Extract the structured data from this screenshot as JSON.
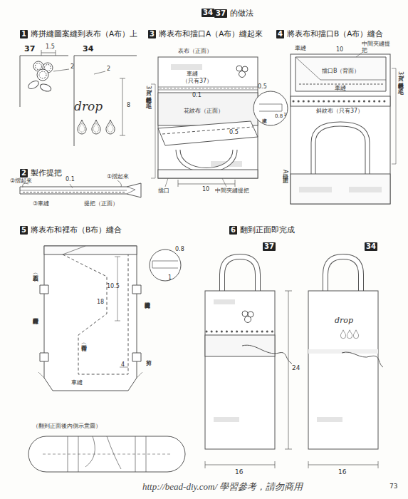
{
  "diagram": {
    "nodes": [
      {
        "text": [
          "34"
        ]
      },
      {
        "text": [
          "37",
          "的做法"
        ]
      },
      {
        "text": [
          "1",
          "將拼縫圖案縫到表布（A布）上"
        ]
      },
      {
        "text": [
          "2",
          "製作提把"
        ]
      },
      {
        "text": [
          "3",
          "將表布和擋口A（A布）縫起來"
        ]
      },
      {
        "text": [
          "4",
          "將表布和擋口B（A布）縫合"
        ]
      },
      {
        "text": [
          "5",
          "將表布和裡布（B布）縫合"
        ]
      },
      {
        "text": [
          "6",
          "翻到正面即完成"
        ]
      },
      {
        "text": [
          "37"
        ]
      },
      {
        "text": [
          "34"
        ]
      }
    ],
    "labels": [
      "37",
      "1.5",
      "2",
      "34",
      "2",
      "8",
      "drop",
      "②摺起來",
      "0.1",
      "①摺起來",
      "③車縫",
      "提把（正面）",
      "表布（正面）",
      "車縫",
      "（只有37）",
      "0.1",
      "花紋布（正面）",
      "0.5",
      "（只有37）平針縫（粗藍色／毛線）",
      "10",
      "擋口",
      "中間夾縫提把",
      "車縫",
      "10",
      "中間夾縫提把",
      "擋口B（背面）",
      "車縫",
      "0.5",
      "1",
      "0.8",
      "車縫",
      "斜紋布（只有37）",
      "（只有37）平針縫（粗藍色／毛線）",
      "擋口A（正面）",
      "表布（正面）",
      "將斜紋布縫在背面",
      "0.8",
      "1",
      "10.5",
      "18",
      "將提把夾縫在背面",
      "裡布（背面）",
      "4",
      "剪掉",
      "車縫",
      "（翻到正面後內側示意圖）",
      "24",
      "16",
      "16",
      "drop",
      "http://bead-diy.com/ 學習參考，請勿商用",
      "73"
    ]
  }
}
